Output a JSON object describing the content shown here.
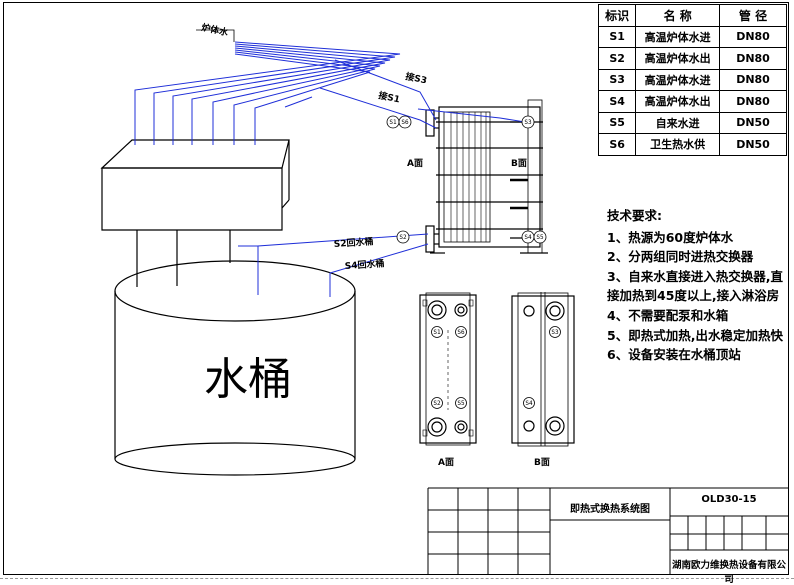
{
  "diagram": {
    "labels": {
      "boiler_water": "炉体水",
      "pipe_s3": "接S3",
      "pipe_s1": "接S1",
      "face_a": "A面",
      "face_b": "B面",
      "return_s2": "S2回水桶",
      "return_s4": "S4回水桶",
      "tank": "水桶",
      "view_a": "A面",
      "view_b": "B面"
    },
    "ports": [
      "S1",
      "S2",
      "S3",
      "S4",
      "S5",
      "S6"
    ],
    "pipe_color": "#1f2fd8",
    "line_color": "#000000"
  },
  "spec_table": {
    "headers": [
      "标识",
      "名 称",
      "管 径"
    ],
    "rows": [
      {
        "id": "S1",
        "name": "高温炉体水进",
        "size": "DN80"
      },
      {
        "id": "S2",
        "name": "高温炉体水出",
        "size": "DN80"
      },
      {
        "id": "S3",
        "name": "高温炉体水进",
        "size": "DN80"
      },
      {
        "id": "S4",
        "name": "高温炉体水出",
        "size": "DN80"
      },
      {
        "id": "S5",
        "name": "自来水进",
        "size": "DN50"
      },
      {
        "id": "S6",
        "name": "卫生热水供",
        "size": "DN50"
      }
    ]
  },
  "tech_requirements": {
    "title": "技术要求:",
    "items": [
      "1、热源为60度炉体水",
      "2、分两组同时进热交换器",
      "3、自来水直接进入热交换器,直接加热到45度以上,接入淋浴房",
      "4、不需要配泵和水箱",
      "5、即热式加热,出水稳定加热快",
      "6、设备安装在水桶顶站"
    ]
  },
  "title_block": {
    "drawing_name": "即热式换热系统图",
    "drawing_code": "OLD30-15",
    "company": "湖南欧力维换热设备有限公司"
  }
}
